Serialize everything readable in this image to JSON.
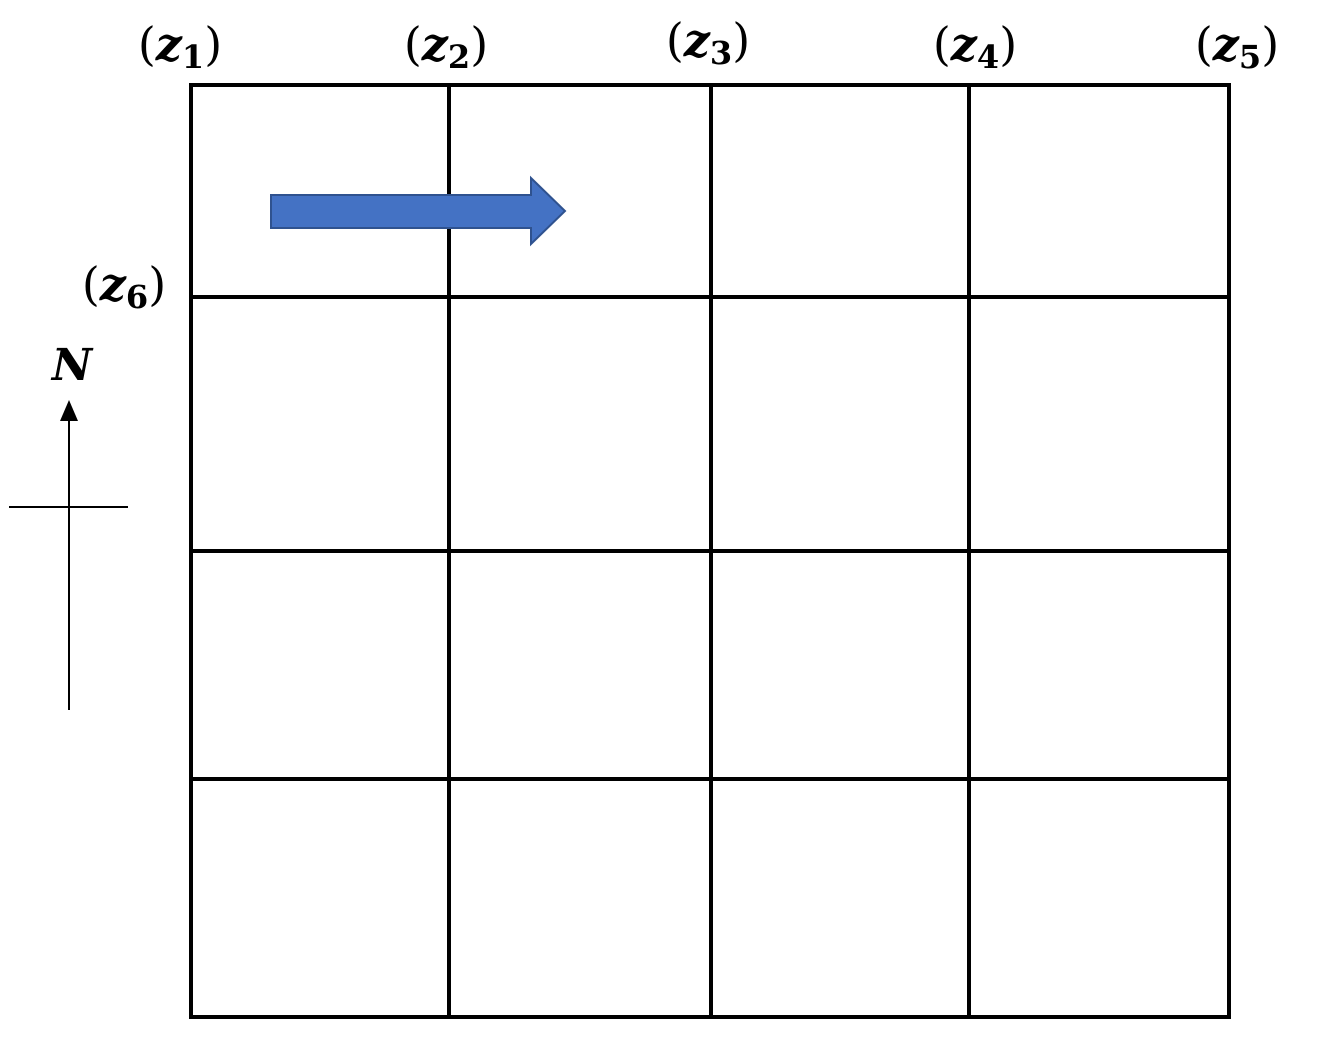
{
  "diagram": {
    "grid": {
      "rows": 4,
      "cols": 4,
      "line_color": "#000000"
    },
    "node_labels": [
      {
        "id": "z1",
        "letter": "z",
        "subscript": "1"
      },
      {
        "id": "z2",
        "letter": "z",
        "subscript": "2"
      },
      {
        "id": "z3",
        "letter": "z",
        "subscript": "3"
      },
      {
        "id": "z4",
        "letter": "z",
        "subscript": "4"
      },
      {
        "id": "z5",
        "letter": "z",
        "subscript": "5"
      },
      {
        "id": "z6",
        "letter": "z",
        "subscript": "6"
      }
    ],
    "paren_open": "(",
    "paren_close": ")",
    "heading_arrow": {
      "direction": "east",
      "fill_color": "#4472c4",
      "stroke_color": "#2f528f"
    },
    "compass": {
      "label": "N",
      "color": "#000000"
    }
  }
}
